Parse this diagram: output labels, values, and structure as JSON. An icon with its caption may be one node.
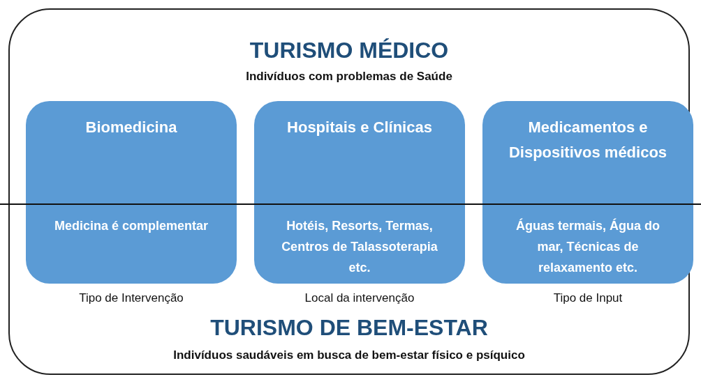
{
  "diagram": {
    "nodes": [
      {
        "text": [
          "TURISMO MÉDICO",
          "Indivíduos com problemas de Saúde",
          "TURISMO DE BEM-ESTAR",
          "Indivíduos saudáveis em busca de bem-estar físico e psíquico"
        ]
      },
      {
        "text": [
          "Biomedicina",
          "Medicina é complementar"
        ],
        "beside": [
          "Tipo de Intervenção"
        ],
        "in": 0
      },
      {
        "text": [
          "Hospitais e Clínicas",
          "Hotéis, Resorts, Termas, Centros de Talassoterapia etc."
        ],
        "beside": [
          "Local da intervenção"
        ],
        "in": 0
      },
      {
        "text": [
          "Medicamentos e Dispositivos médicos",
          "Águas termais, Água do mar, Técnicas de relaxamento etc."
        ],
        "beside": [
          "Tipo de Input"
        ],
        "in": 0
      }
    ],
    "edges": []
  }
}
